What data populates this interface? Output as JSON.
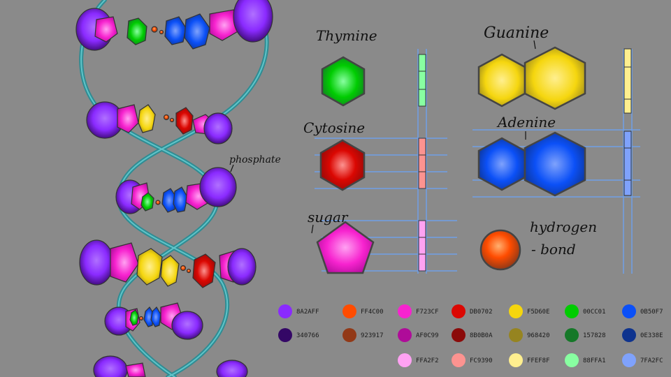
{
  "labels": {
    "thymine": "Thymine",
    "guanine": "Guanine",
    "cytosine": "Cytosine",
    "adenine": "Adenine",
    "sugar": "sugar",
    "phosphate": "phosphate",
    "hydrogen": "hydrogen",
    "bond": "- bond"
  },
  "colors": {
    "background": "#8a8a8a",
    "backbone": "#3fa7ad",
    "guide": "#6fa0e8",
    "sugar": "#F723CF",
    "phosphate": "#8A2AFF",
    "thymine": "#00CC01",
    "cytosine": "#DB0702",
    "guanine": "#F5D60E",
    "adenine": "#0B50F7",
    "hydrogen": "#FF4C00"
  },
  "palette": [
    {
      "name": "8A2AFF",
      "color": "#8A2AFF"
    },
    {
      "name": "FF4C00",
      "color": "#FF4C00"
    },
    {
      "name": "F723CF",
      "color": "#F723CF"
    },
    {
      "name": "DB0702",
      "color": "#DB0702"
    },
    {
      "name": "F5D60E",
      "color": "#F5D60E"
    },
    {
      "name": "00CC01",
      "color": "#00CC01"
    },
    {
      "name": "0B50F7",
      "color": "#0B50F7"
    },
    {
      "name": "340766",
      "color": "#340766"
    },
    {
      "name": "923917",
      "color": "#923917"
    },
    {
      "name": "AF0C99",
      "color": "#AF0C99"
    },
    {
      "name": "8B0B0A",
      "color": "#8B0B0A"
    },
    {
      "name": "968420",
      "color": "#968420"
    },
    {
      "name": "157828",
      "color": "#157828"
    },
    {
      "name": "0E338E",
      "color": "#0E338E"
    },
    {
      "name": "FFA2F2",
      "color": "#FFA2F2"
    },
    {
      "name": "FC9390",
      "color": "#FC9390"
    },
    {
      "name": "FFEF8F",
      "color": "#FFEF8F"
    },
    {
      "name": "88FFA1",
      "color": "#88FFA1"
    },
    {
      "name": "7FA2FC",
      "color": "#7FA2FC"
    }
  ]
}
